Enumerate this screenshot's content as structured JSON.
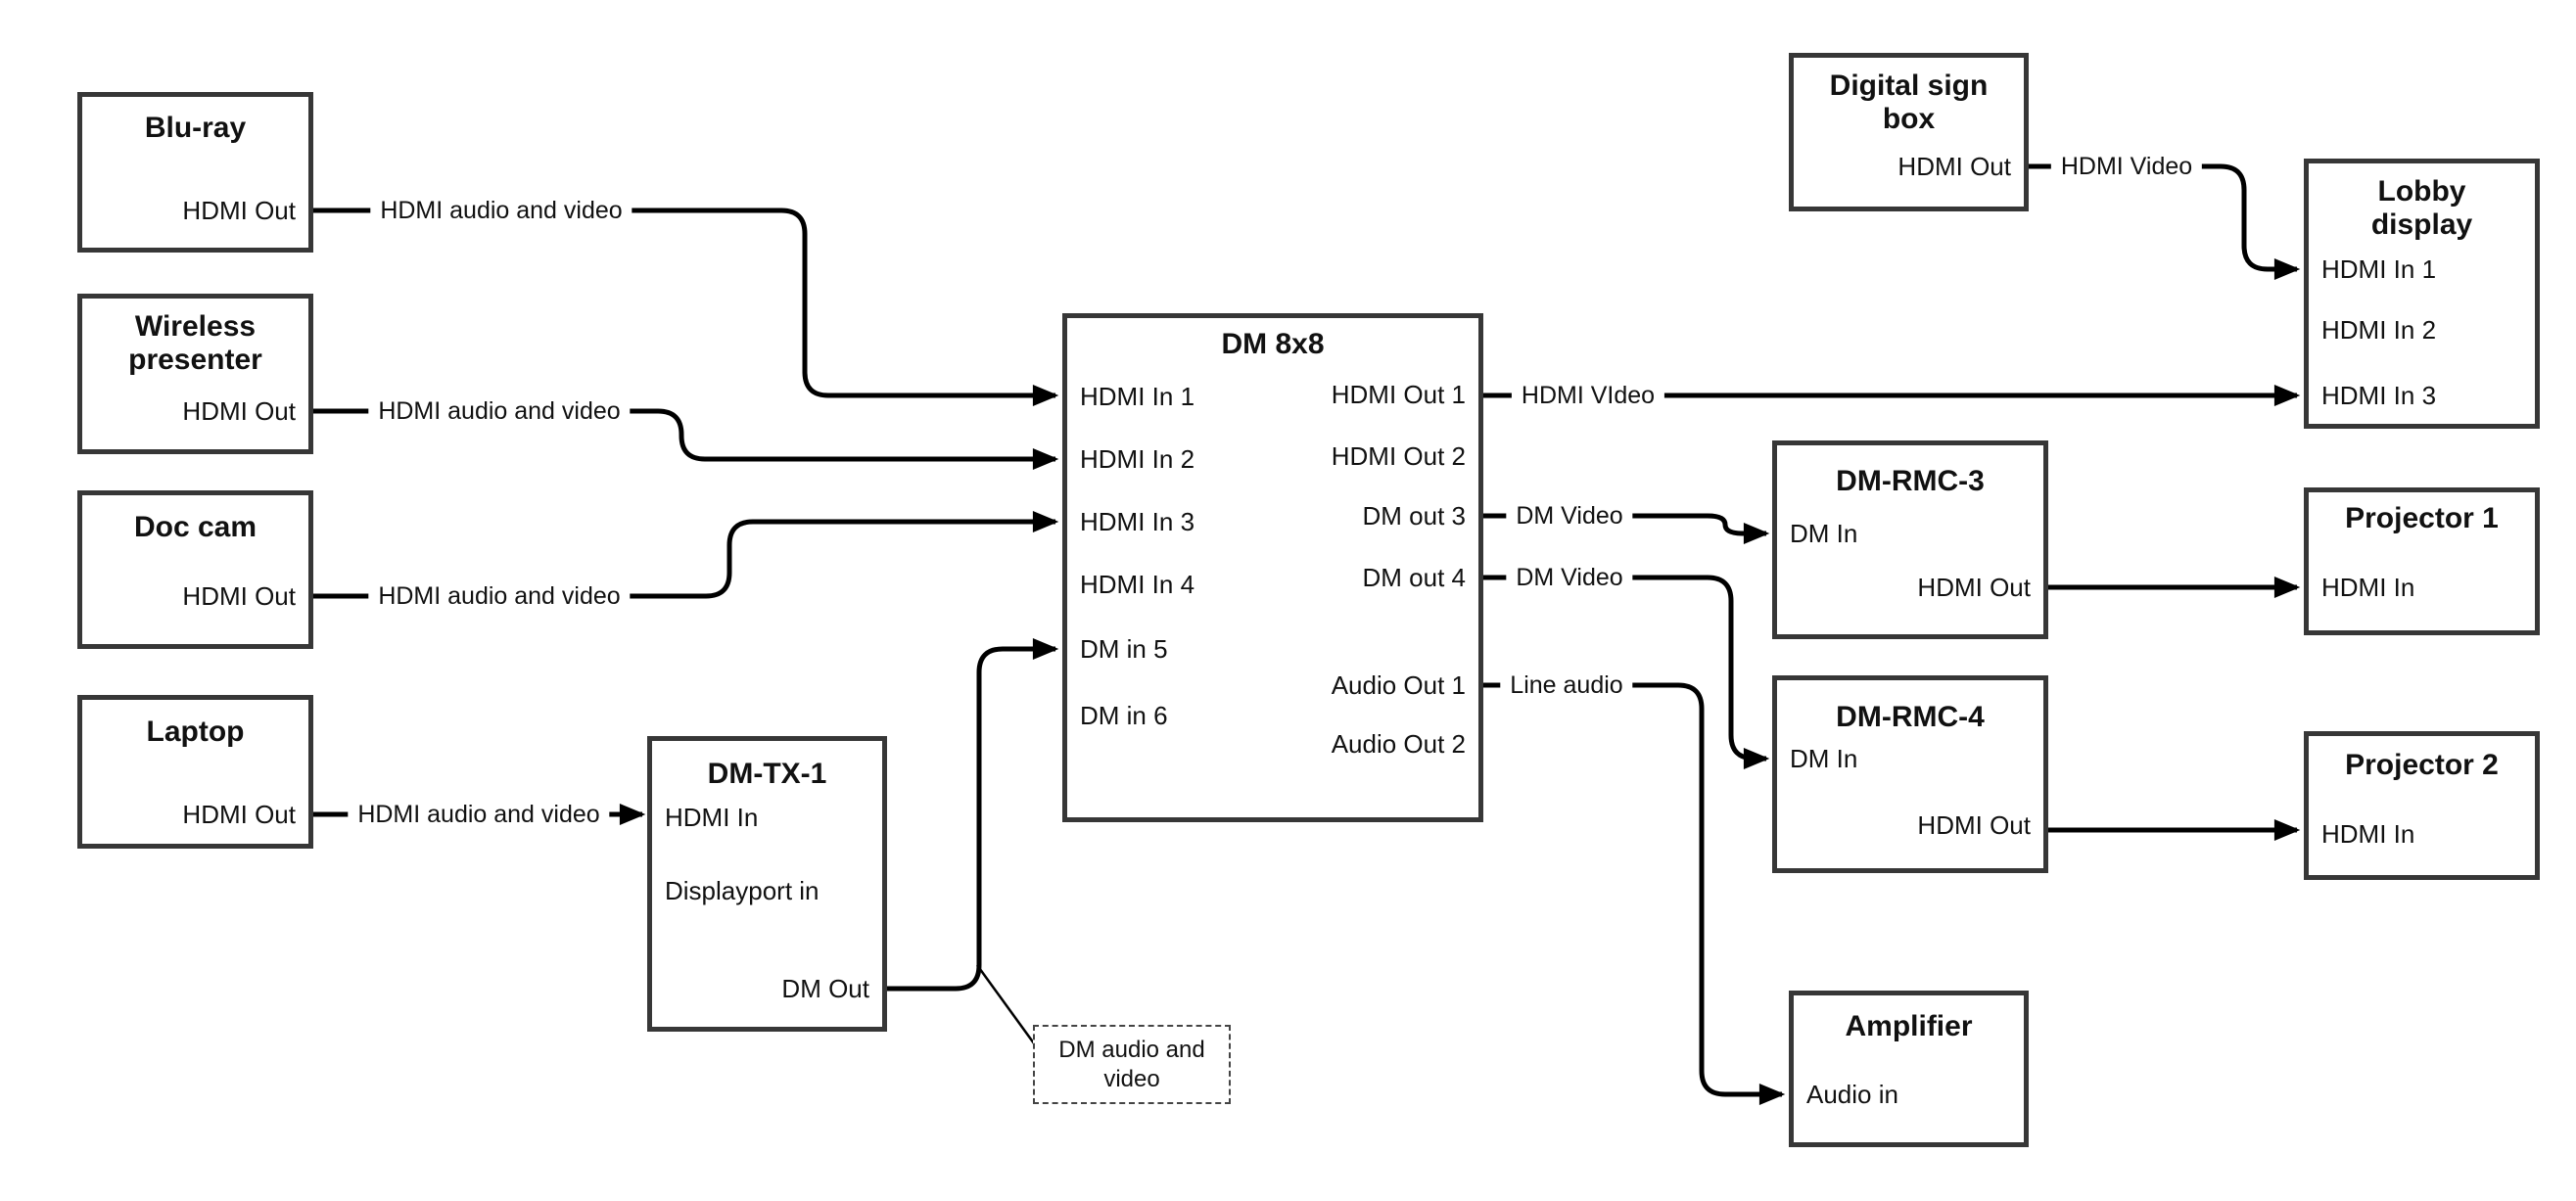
{
  "diagram": {
    "nodes": {
      "bluray": {
        "title": "Blu-ray",
        "ports": {
          "hdmi_out": "HDMI Out"
        }
      },
      "wireless_presenter": {
        "title": "Wireless presenter",
        "ports": {
          "hdmi_out": "HDMI Out"
        }
      },
      "doc_cam": {
        "title": "Doc cam",
        "ports": {
          "hdmi_out": "HDMI Out"
        }
      },
      "laptop": {
        "title": "Laptop",
        "ports": {
          "hdmi_out": "HDMI Out"
        }
      },
      "dm_tx_1": {
        "title": "DM-TX-1",
        "ports": {
          "hdmi_in": "HDMI In",
          "displayport_in": "Displayport in",
          "dm_out": "DM Out"
        }
      },
      "dm_8x8": {
        "title": "DM 8x8",
        "ports": {
          "hdmi_in_1": "HDMI In 1",
          "hdmi_in_2": "HDMI In 2",
          "hdmi_in_3": "HDMI In 3",
          "hdmi_in_4": "HDMI In 4",
          "dm_in_5": "DM in 5",
          "dm_in_6": "DM in 6",
          "hdmi_out_1": "HDMI Out 1",
          "hdmi_out_2": "HDMI Out 2",
          "dm_out_3": "DM out 3",
          "dm_out_4": "DM out 4",
          "audio_out_1": "Audio Out 1",
          "audio_out_2": "Audio Out 2"
        }
      },
      "digital_sign_box": {
        "title": "Digital sign box",
        "ports": {
          "hdmi_out": "HDMI Out"
        }
      },
      "lobby_display": {
        "title": "Lobby display",
        "ports": {
          "hdmi_in_1": "HDMI In 1",
          "hdmi_in_2": "HDMI In 2",
          "hdmi_in_3": "HDMI In 3"
        }
      },
      "dm_rmc_3": {
        "title": "DM-RMC-3",
        "ports": {
          "dm_in": "DM In",
          "hdmi_out": "HDMI Out"
        }
      },
      "projector_1": {
        "title": "Projector 1",
        "ports": {
          "hdmi_in": "HDMI In"
        }
      },
      "dm_rmc_4": {
        "title": "DM-RMC-4",
        "ports": {
          "dm_in": "DM In",
          "hdmi_out": "HDMI Out"
        }
      },
      "projector_2": {
        "title": "Projector 2",
        "ports": {
          "hdmi_in": "HDMI In"
        }
      },
      "amplifier": {
        "title": "Amplifier",
        "ports": {
          "audio_in": "Audio in"
        }
      }
    },
    "wire_labels": {
      "bluray_to_dm8x8": "HDMI audio and video",
      "wireless_to_dm8x8": "HDMI audio and video",
      "doccam_to_dm8x8": "HDMI audio and video",
      "laptop_to_dmtx1": "HDMI audio and video",
      "dm8x8_out1_to_lobby": "HDMI VIdeo",
      "dm8x8_out3_to_dmrmc3": "DM Video",
      "dm8x8_out4_to_dmrmc4": "DM Video",
      "dm8x8_audio1_to_amplifier": "Line audio",
      "digitalsign_to_lobby": "HDMI Video",
      "note": "DM audio and video"
    },
    "colors": {
      "wire": "#000000",
      "box_border": "#373737",
      "background": "#ffffff",
      "text": "#111111"
    }
  }
}
